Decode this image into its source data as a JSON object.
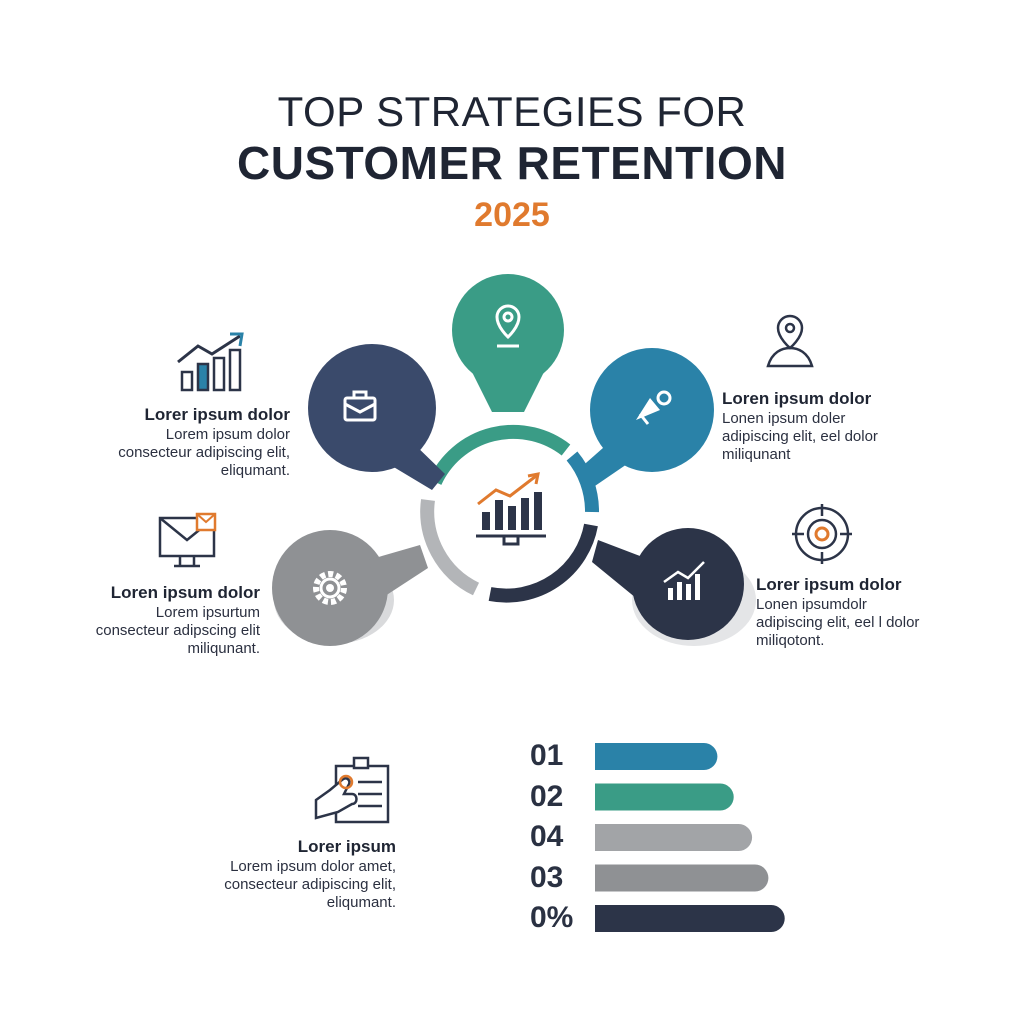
{
  "title": {
    "line1": "TOP STRATEGIES FOR",
    "line2": "CUSTOMER RETENTION",
    "year": "2025"
  },
  "colors": {
    "navy": "#3a4a6b",
    "teal": "#3a9c86",
    "blue": "#2a82a8",
    "gray": "#8f9194",
    "dark": "#2c3448",
    "orange": "#e07a2e"
  },
  "icons": {
    "petal_top": "location-pin-icon",
    "petal_upper_left": "briefcase-icon",
    "petal_upper_right": "megaphone-icon",
    "petal_lower_left": "gear-icon",
    "petal_lower_right": "bar-chart-icon",
    "center": "monitor-chart-icon"
  },
  "blocks": {
    "upper_left": {
      "heading": "Lorer ipsum dolor",
      "line1": "Lorem ipsum dolor",
      "line2": "consecteur adipiscing elit,",
      "line3": "eliqumant."
    },
    "lower_left": {
      "heading": "Loren ipsum dolor",
      "line1": "Lorem ipsurtum",
      "line2": "consecteur adipscing elit",
      "line3": "miliqunant."
    },
    "upper_right": {
      "heading": "Loren ipsum dolor",
      "line1": "Lonen ipsum doler",
      "line2": "adipiscing elit, eel dolor",
      "line3": "miliqunant"
    },
    "lower_right": {
      "heading": "Lorer ipsum dolor",
      "line1": "Lonen ipsumdolr",
      "line2": "adipiscing elit, eel l dolor",
      "line3": "miliqotont."
    },
    "bottom_left": {
      "heading": "Lorer ipsum",
      "line1": "Lorem ipsum dolor amet,",
      "line2": "consecteur adipiscing elit,",
      "line3": "eliqumant."
    }
  },
  "chart_data": {
    "type": "bar",
    "orientation": "horizontal",
    "categories": [
      "01",
      "02",
      "04",
      "03",
      "0%"
    ],
    "values": [
      60,
      68,
      77,
      85,
      93
    ],
    "colors": [
      "#2a82a8",
      "#3a9c86",
      "#a2a4a7",
      "#8f9194",
      "#2c3448"
    ],
    "grid": false
  }
}
